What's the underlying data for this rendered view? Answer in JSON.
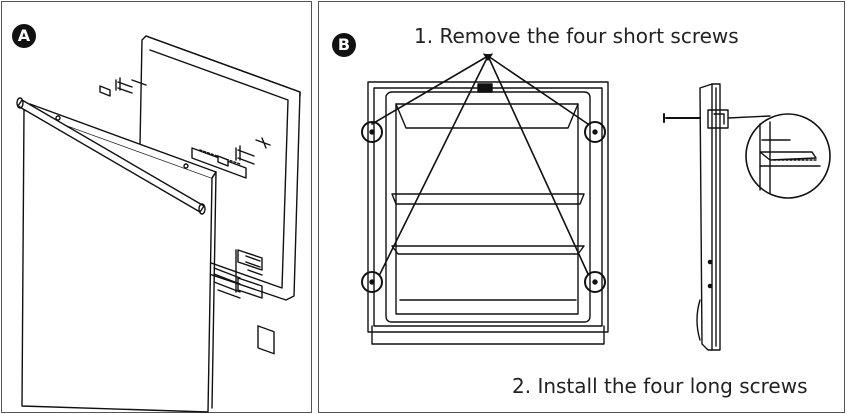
{
  "panel_a": {
    "badge": "A"
  },
  "panel_b": {
    "badge": "B",
    "step1": "1. Remove the four short screws",
    "step2": "2.  Install the four long screws"
  },
  "colors": {
    "line": "#111111",
    "frame": "#555555",
    "badge_bg": "#111111"
  },
  "icons": [
    "screw-icon",
    "door-panel-icon",
    "magnifier-detail-icon"
  ]
}
